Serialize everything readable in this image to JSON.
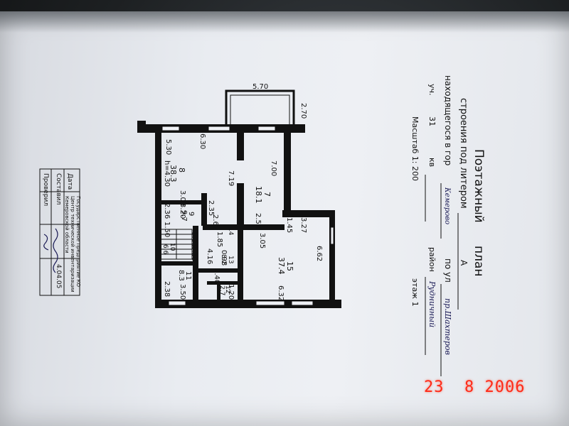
{
  "photo": {
    "date_stamp": "23  8 2006",
    "stamp_color": "#ff2a18",
    "paper_color": "#e9ecf1",
    "background_color": "#171a1c"
  },
  "plan_header": {
    "title": "Поэтажный",
    "title2": "план",
    "line1": "строения под литером",
    "line1_value": "А",
    "line2_prefix": "находящегося в гор",
    "line2_city": "Кемерово",
    "line2_street_prefix": "по ул",
    "line2_street": "пр.Шахтеров",
    "line3_uch": "уч.",
    "line3_num": "31",
    "line3_kv": "кв",
    "line3_raion": "район",
    "line3_raion_value": "Рудничный",
    "scale": "Масштаб  1: 200",
    "floor": "этаж  1"
  },
  "title_block": {
    "col_labels": [
      "Дата",
      "Составил",
      "Проверил"
    ],
    "org_text": [
      "Государственное предприятие КО",
      "Центр технической инвентаризации",
      "Кемеровской области"
    ],
    "date": "4.04.05"
  },
  "rooms": [
    {
      "num": "8",
      "area": "38.3"
    },
    {
      "num": "7",
      "area": "18.1"
    },
    {
      "num": "9",
      "area": "9.7"
    },
    {
      "num": "10",
      "area": "6.6"
    },
    {
      "num": "11",
      "area": "8.3"
    },
    {
      "num": "12",
      "area": "2.7"
    },
    {
      "num": "13",
      "area": "8.2"
    },
    {
      "num": "14",
      "area": ""
    },
    {
      "num": "15",
      "area": "37.4"
    }
  ],
  "dimensions": [
    "5.70",
    "2.70",
    "6.30",
    "5.30",
    "h=4.30",
    "7.19",
    "7.00",
    "3.08",
    "3.20",
    "2.36",
    "1.50",
    "2.35",
    "2.62",
    "2.58",
    "1.45",
    "3.27",
    "3.05",
    "1.85",
    "1.05",
    "1.30",
    "4.16",
    "0.98",
    "2.40",
    "1.20",
    "6.62",
    "6.32",
    "2.38",
    "3.50"
  ]
}
